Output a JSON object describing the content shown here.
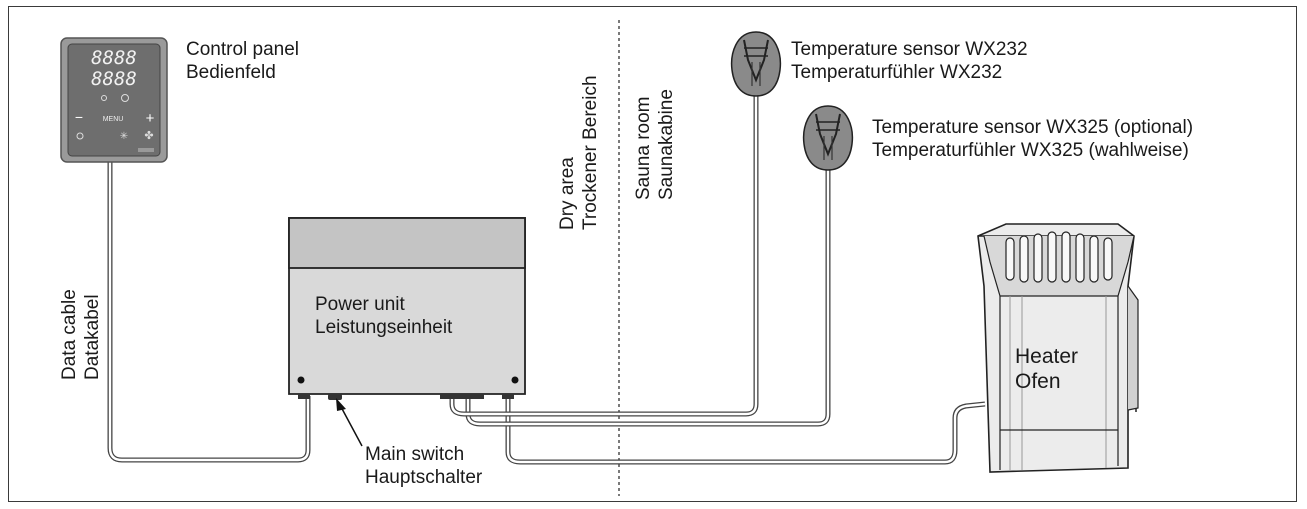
{
  "labels": {
    "control_panel": {
      "en": "Control panel",
      "de": "Bedienfeld"
    },
    "power_unit": {
      "en": "Power unit",
      "de": "Leistungseinheit"
    },
    "data_cable": {
      "en": "Data cable",
      "de": "Datakabel"
    },
    "main_switch": {
      "en": "Main switch",
      "de": "Hauptschalter"
    },
    "dry_area": {
      "en": "Dry area",
      "de": "Trockener Bereich"
    },
    "sauna_room": {
      "en": "Sauna room",
      "de": "Saunakabine"
    },
    "sensor_1": {
      "en": "Temperature sensor WX232",
      "de": "Temperaturfühler WX232"
    },
    "sensor_2": {
      "en": "Temperature sensor WX325 (optional)",
      "de": "Temperaturfühler WX325 (wahlweise)"
    },
    "heater": {
      "en": "Heater",
      "de": "Ofen"
    }
  },
  "control_panel_display": {
    "row1": "8888",
    "row2": "8888",
    "menu": "MENU",
    "minus": "−",
    "plus": "+"
  }
}
